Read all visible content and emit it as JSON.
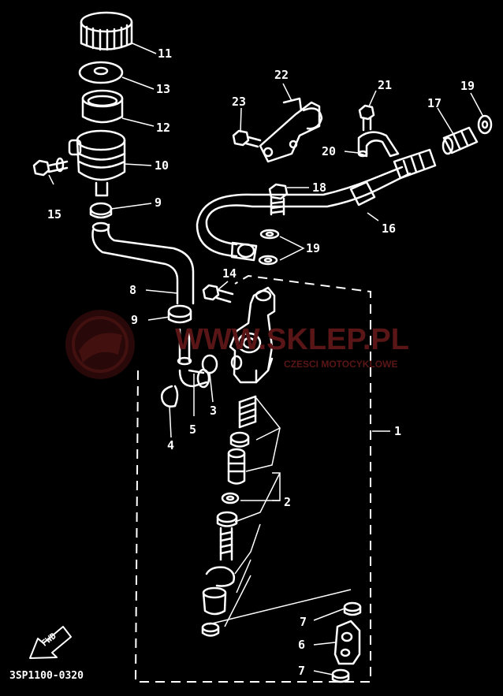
{
  "callouts": {
    "n1": "1",
    "n2": "2",
    "n3": "3",
    "n4": "4",
    "n5": "5",
    "n6": "6",
    "n7a": "7",
    "n7b": "7",
    "n8": "8",
    "n9a": "9",
    "n9b": "9",
    "n10": "10",
    "n11": "11",
    "n12": "12",
    "n13": "13",
    "n14": "14",
    "n15": "15",
    "n16": "16",
    "n17": "17",
    "n18": "18",
    "n19a": "19",
    "n19b": "19",
    "n20": "20",
    "n21": "21",
    "n22": "22",
    "n23": "23"
  },
  "watermark": {
    "text": "WWW.SKLEP.PL",
    "subtext": "CZESCI MOTOCYKLOWE",
    "color": "#5a1616"
  },
  "fwd_label": "FWD",
  "diagram_code": "3SP1100-0320",
  "line_color": "#ffffff",
  "background": "#000000"
}
